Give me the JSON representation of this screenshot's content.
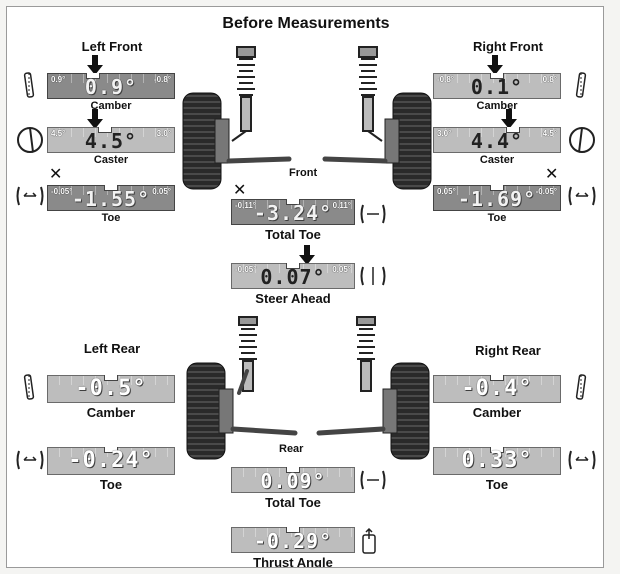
{
  "title": "Before Measurements",
  "sections": {
    "left_front": "Left Front",
    "right_front": "Right Front",
    "left_rear": "Left Rear",
    "right_rear": "Right Rear"
  },
  "axle_labels": {
    "front": "Front",
    "rear": "Rear"
  },
  "front": {
    "left": {
      "camber": {
        "value": "0.9°",
        "label": "Camber",
        "min": "0.9°",
        "max": "-0.8°"
      },
      "caster": {
        "value": "4.5°",
        "label": "Caster",
        "min": "4.5°",
        "max": "3.0°"
      },
      "toe": {
        "value": "-1.55°",
        "label": "Toe",
        "min": "-0.05°",
        "max": "0.05°"
      }
    },
    "right": {
      "camber": {
        "value": "0.1°",
        "label": "Camber",
        "min": "-0.8°",
        "max": "0.8°"
      },
      "caster": {
        "value": "4.4°",
        "label": "Caster",
        "min": "3.0°",
        "max": "4.5°"
      },
      "toe": {
        "value": "-1.69°",
        "label": "Toe",
        "min": "0.05°",
        "max": "-0.05°"
      }
    },
    "total_toe": {
      "value": "-3.24°",
      "label": "Total Toe",
      "min": "-0.11°",
      "max": "0.11°"
    },
    "steer_ahead": {
      "value": "0.07°",
      "label": "Steer Ahead",
      "min": "-0.05°",
      "max": "0.05°"
    }
  },
  "rear": {
    "left": {
      "camber": {
        "value": "-0.5°",
        "label": "Camber"
      },
      "toe": {
        "value": "-0.24°",
        "label": "Toe"
      }
    },
    "right": {
      "camber": {
        "value": "-0.4°",
        "label": "Camber"
      },
      "toe": {
        "value": "0.33°",
        "label": "Toe"
      }
    },
    "total_toe": {
      "value": "0.09°",
      "label": "Total Toe"
    },
    "thrust_angle": {
      "value": "-0.29°",
      "label": "Thrust Angle"
    }
  },
  "colors": {
    "bar_dark": "#8a8a8a",
    "bar_light": "#bdbdbd",
    "tire": "#2a2a2a",
    "text": "#111111"
  },
  "icons": [
    "camber-gauge-icon",
    "caster-gauge-icon",
    "toe-gauge-icon",
    "out-of-spec-x-icon",
    "in-spec-arrow-icon",
    "thrust-gauge-icon"
  ]
}
